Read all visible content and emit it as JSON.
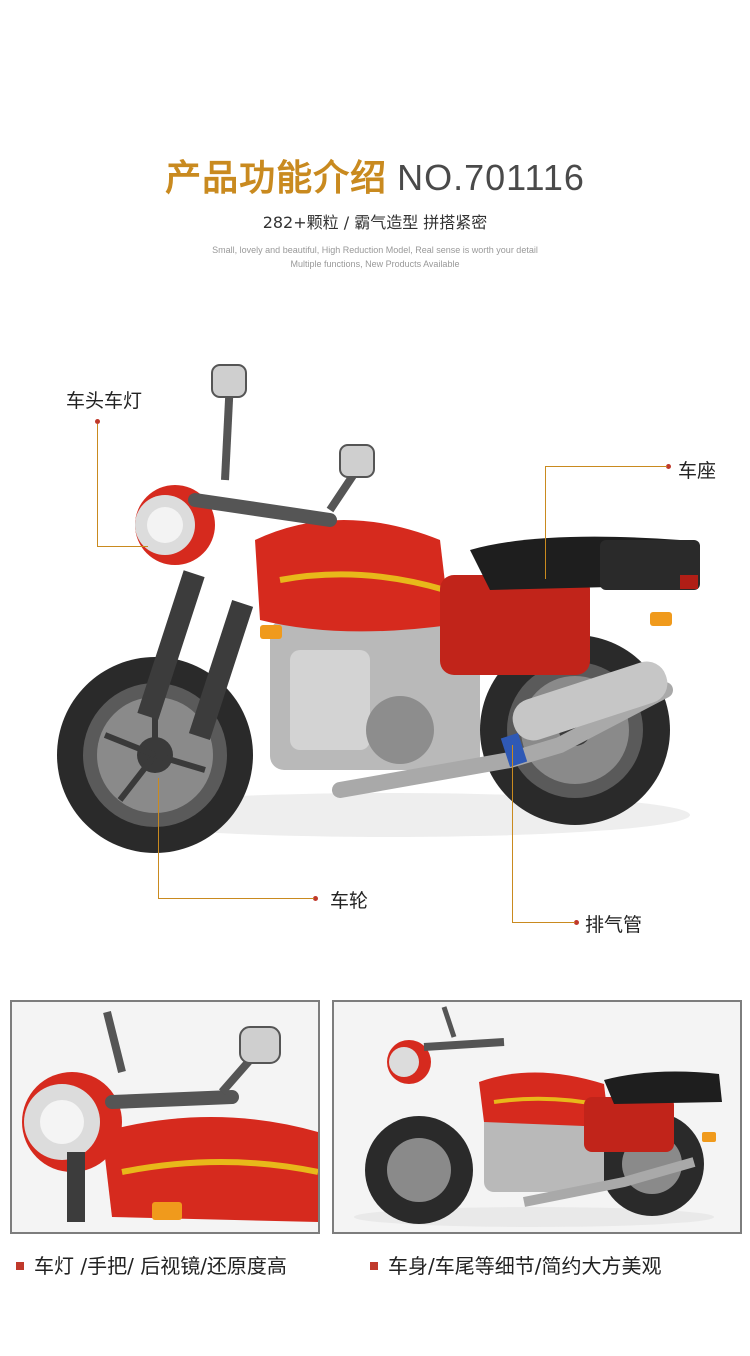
{
  "header": {
    "title_cn": "产品功能介绍",
    "title_no": "NO.701116",
    "subtitle": "282+颗粒 /  霸气造型  拼搭紧密",
    "desc_line1": "Small, lovely and beautiful,  High Reduction Model,  Real sense is worth your detail",
    "desc_line2": "Multiple functions,  New Products Available"
  },
  "callouts": {
    "headlight": "车头车灯",
    "seat": "车座",
    "wheel": "车轮",
    "exhaust": "排气管"
  },
  "panels": {
    "left_caption": "车灯 /手把/ 后视镜/还原度高",
    "right_caption": "车身/车尾等细节/简约大方美观"
  },
  "colors": {
    "accent_gold": "#c98a1f",
    "marker_red": "#c0392b",
    "bike_red": "#d62a1e"
  }
}
